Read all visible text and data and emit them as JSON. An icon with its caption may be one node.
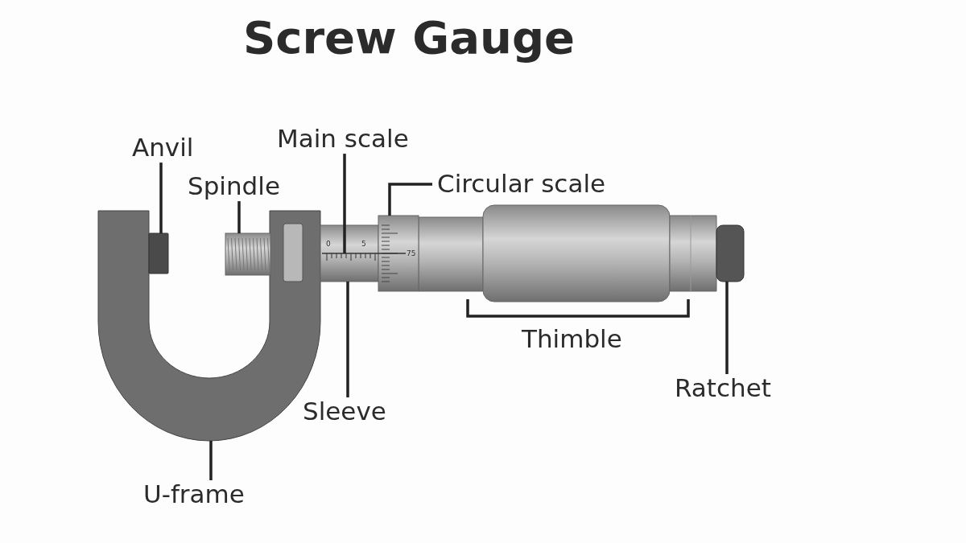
{
  "diagram": {
    "title": "Screw Gauge",
    "nodes": [
      {
        "text": [
          "Anvil"
        ]
      },
      {
        "text": [],
        "shape": "box"
      },
      {
        "text": [
          "Spindle"
        ]
      },
      {
        "text": [],
        "shape": "cylinder"
      },
      {
        "text": [
          "Main scale"
        ]
      },
      {
        "text": [],
        "shape": "bar"
      },
      {
        "text": [
          "Circular scale"
        ]
      },
      {
        "text": [],
        "shape": "cylinder"
      },
      {
        "text": [
          "Sleeve"
        ]
      },
      {
        "text": [],
        "shape": "cylinder"
      },
      {
        "text": [
          "Ratchet"
        ]
      },
      {
        "text": [],
        "shape": "box"
      },
      {
        "text": [
          "U-frame"
        ]
      },
      {
        "text": [],
        "shape": "picture"
      }
    ],
    "edges": [
      {
        "from": 0,
        "to": 1,
        "arrow": "none"
      },
      {
        "from": 2,
        "to": 3,
        "arrow": "none"
      },
      {
        "from": 4,
        "to": 5,
        "arrow": "none"
      },
      {
        "from": 6,
        "to": 9,
        "arrow": "none"
      },
      {
        "from": 8,
        "to": 7,
        "arrow": "none"
      },
      {
        "from": 10,
        "to": 11,
        "arrow": "none"
      },
      {
        "from": 12,
        "to": 13,
        "arrow": "none"
      }
    ],
    "labels": [
      "0",
      "5",
      "75",
      "Thimble"
    ]
  }
}
